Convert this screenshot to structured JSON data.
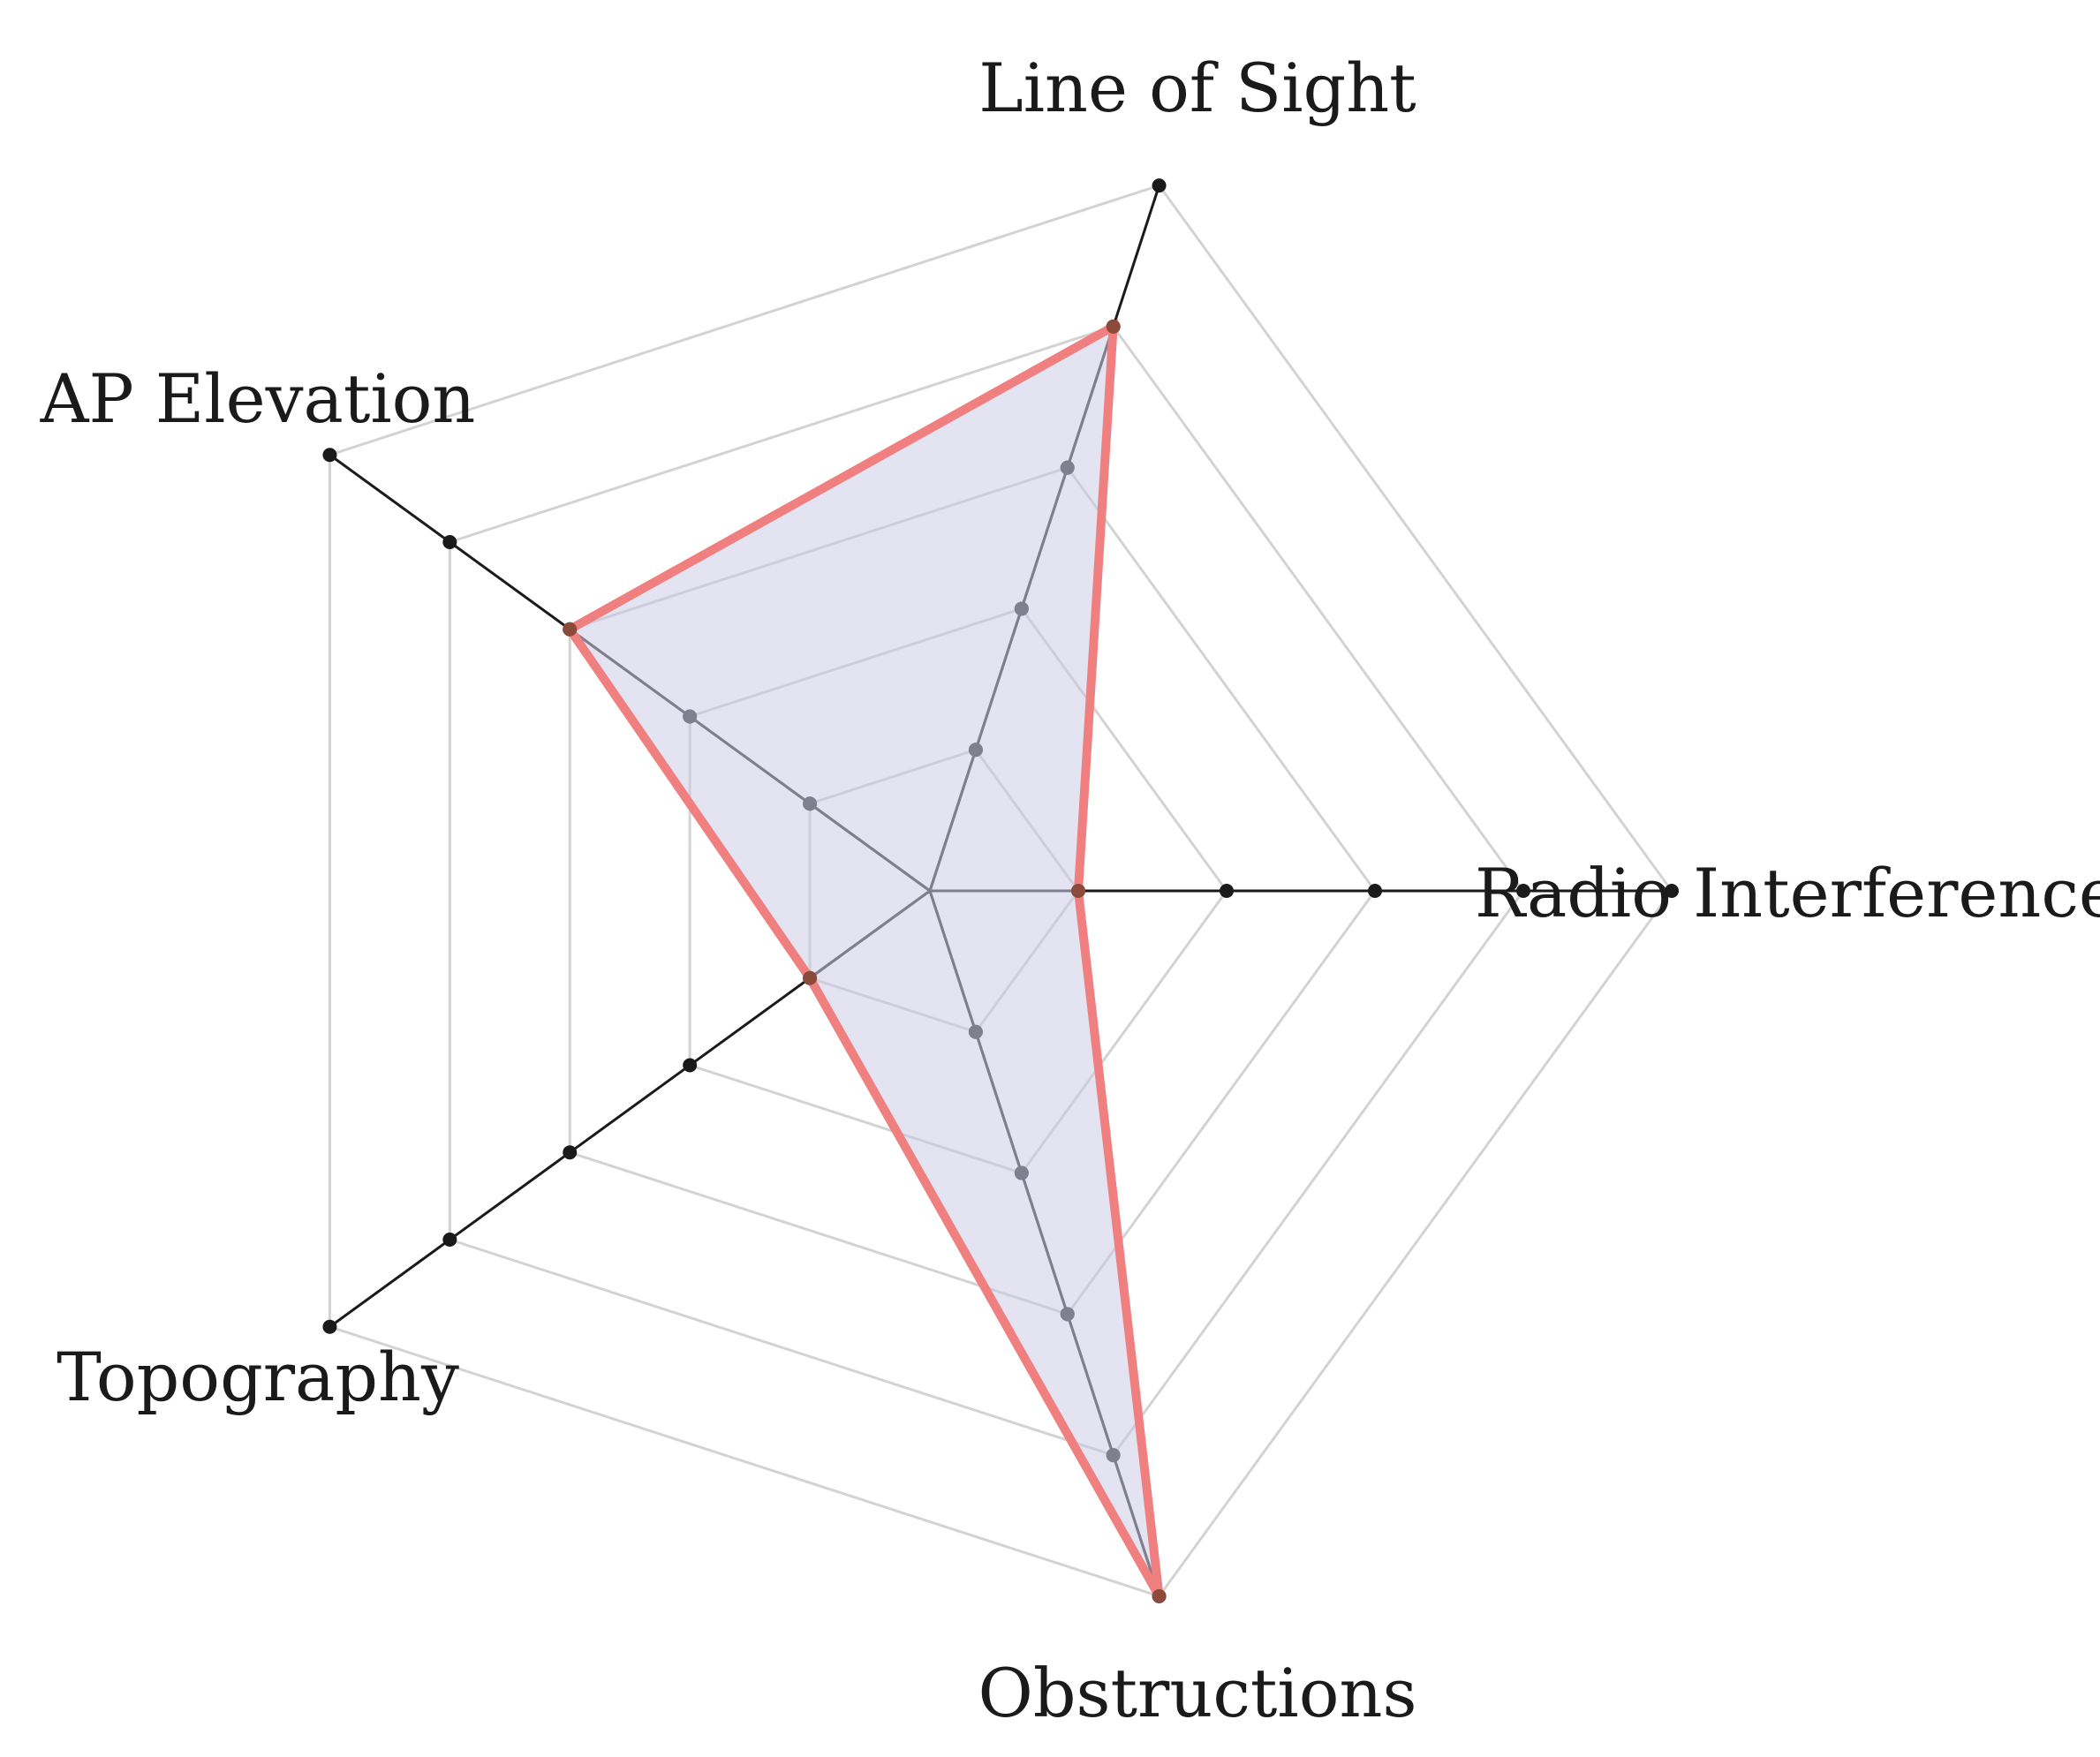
{
  "chart_data": {
    "type": "radar",
    "axes": [
      "Line of Sight",
      "Radio Interference",
      "Obstructions",
      "Topography",
      "AP Elevation"
    ],
    "rings": 5,
    "range": [
      0,
      5
    ],
    "grid": true,
    "colors": {
      "grid": "#d3d3d3",
      "axis": "#1a1a1a",
      "inner_axis": "#7f7f8f",
      "fill": "#c8c8e6",
      "outline": "#f08080"
    },
    "series": [
      {
        "values": [
          4,
          1,
          5,
          1,
          3
        ]
      }
    ]
  }
}
